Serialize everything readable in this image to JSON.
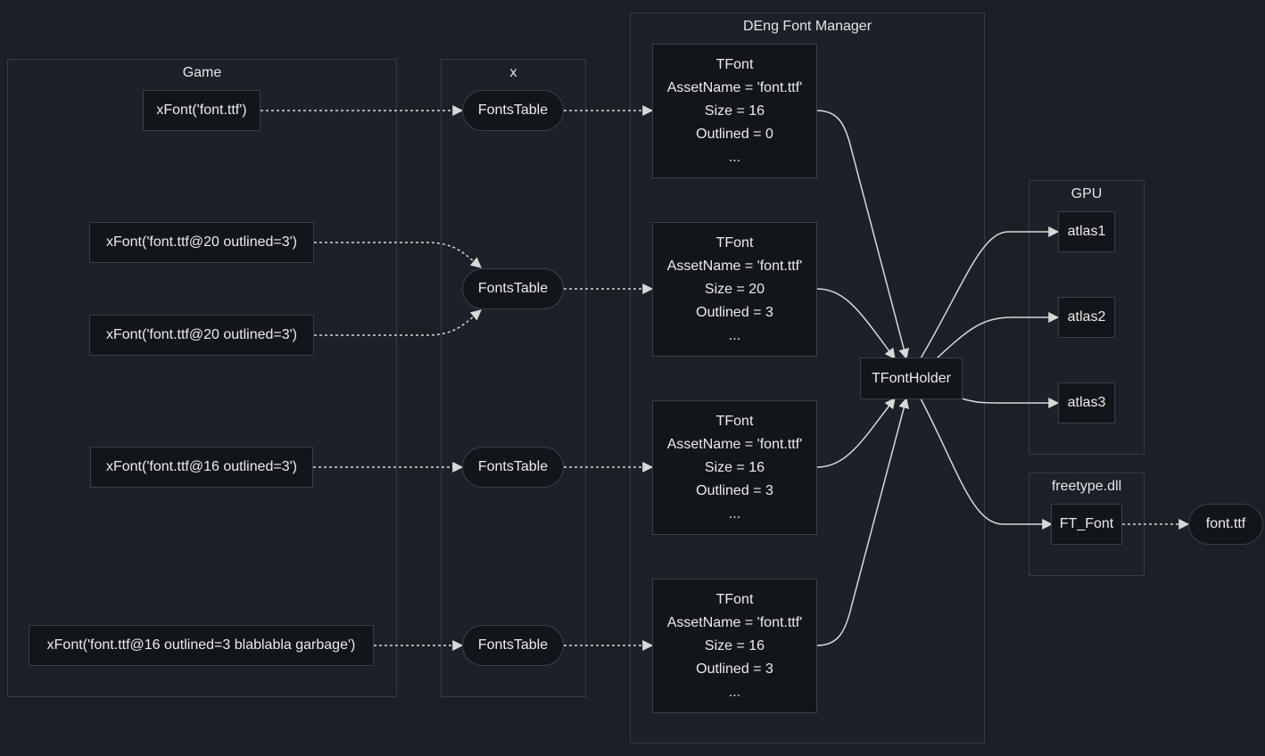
{
  "groups": {
    "game": "Game",
    "x": "x",
    "manager": "DEng Font Manager",
    "gpu": "GPU",
    "freetype": "freetype.dll"
  },
  "game_calls": [
    "xFont('font.ttf')",
    "xFont('font.ttf@20 outlined=3')",
    "xFont('font.ttf@20 outlined=3')",
    "xFont('font.ttf@16 outlined=3')",
    "xFont('font.ttf@16 outlined=3 blablabla garbage')"
  ],
  "fonts_tables": [
    "FontsTable",
    "FontsTable",
    "FontsTable",
    "FontsTable"
  ],
  "tfonts": [
    {
      "title": "TFont",
      "asset": "AssetName = 'font.ttf'",
      "size": "Size = 16",
      "outlined": "Outlined = 0",
      "more": "..."
    },
    {
      "title": "TFont",
      "asset": "AssetName = 'font.ttf'",
      "size": "Size = 20",
      "outlined": "Outlined = 3",
      "more": "..."
    },
    {
      "title": "TFont",
      "asset": "AssetName = 'font.ttf'",
      "size": "Size = 16",
      "outlined": "Outlined = 3",
      "more": "..."
    },
    {
      "title": "TFont",
      "asset": "AssetName = 'font.ttf'",
      "size": "Size = 16",
      "outlined": "Outlined = 3",
      "more": "..."
    }
  ],
  "holder": "TFontHolder",
  "atlases": [
    "atlas1",
    "atlas2",
    "atlas3"
  ],
  "ft_font": "FT_Font",
  "font_file": "font.ttf",
  "colors": {
    "background": "#1b1f26",
    "node": "#121519",
    "border": "#3a3f47",
    "edge": "#d8d8d8"
  }
}
